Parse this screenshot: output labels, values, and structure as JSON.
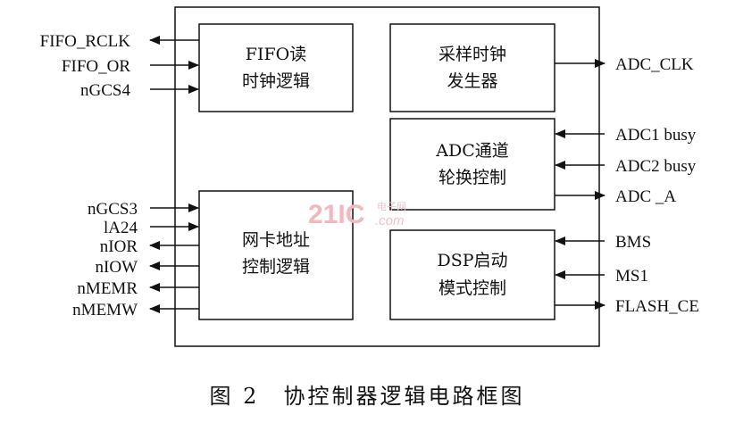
{
  "figure": {
    "caption": "图 2　协控制器逻辑电路框图",
    "watermark": {
      "main": "21IC",
      "sub": "电子网",
      "tail": ".com"
    }
  },
  "blocks": {
    "fifo_clock": {
      "line1": "FIFO读",
      "line2": "时钟逻辑"
    },
    "sample_clock": {
      "line1": "采样时钟",
      "line2": "发生器"
    },
    "adc_channel": {
      "line1": "ADC通道",
      "line2": "轮换控制"
    },
    "nic_addr": {
      "line1": "网卡地址",
      "line2": "控制逻辑"
    },
    "dsp_boot": {
      "line1": "DSP启动",
      "line2": "模式控制"
    }
  },
  "signals": {
    "fifo_rclk": "FIFO_RCLK",
    "fifo_or": "FIFO_OR",
    "ngcs4": "nGCS4",
    "ngcs3": "nGCS3",
    "a24": "lA24",
    "nior": "nIOR",
    "niow": "nIOW",
    "nmemr": "nMEMR",
    "nmemw": "nMEMW",
    "adc_clk": "ADC_CLK",
    "adc1_busy": "ADC1 busy",
    "adc2_busy": "ADC2 busy",
    "adc_a": "ADC _A",
    "bms": "BMS",
    "ms1": "MS1",
    "flash_ce": "FLASH_CE"
  }
}
